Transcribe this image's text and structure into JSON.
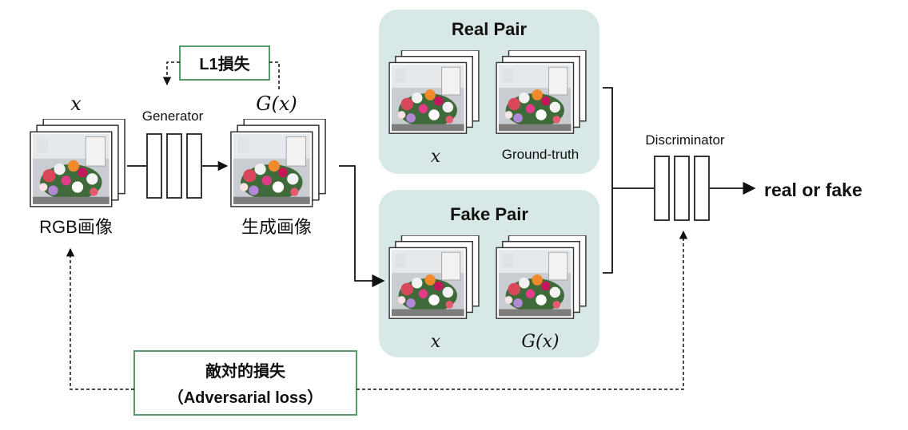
{
  "input": {
    "symbol": "x",
    "label": "RGB画像"
  },
  "generator": {
    "label": "Generator"
  },
  "generated": {
    "symbol": "G(x)",
    "label": "生成画像"
  },
  "l1_loss": {
    "label": "L1損失"
  },
  "real_pair": {
    "title": "Real Pair",
    "left_label": "x",
    "right_label": "Ground-truth"
  },
  "fake_pair": {
    "title": "Fake Pair",
    "left_label": "x",
    "right_label": "G(x)"
  },
  "discriminator": {
    "label": "Discriminator",
    "output": "real or fake"
  },
  "adversarial_loss": {
    "line1": "敵対的損失",
    "line2": "（Adversarial loss）"
  },
  "colors": {
    "panel": "#d8e8e6",
    "loss_box_border": "#5a9a6a",
    "line": "#111111"
  },
  "icons": {
    "image_stack": "flower-photo-stack-icon",
    "network": "three-layer-network-icon"
  }
}
